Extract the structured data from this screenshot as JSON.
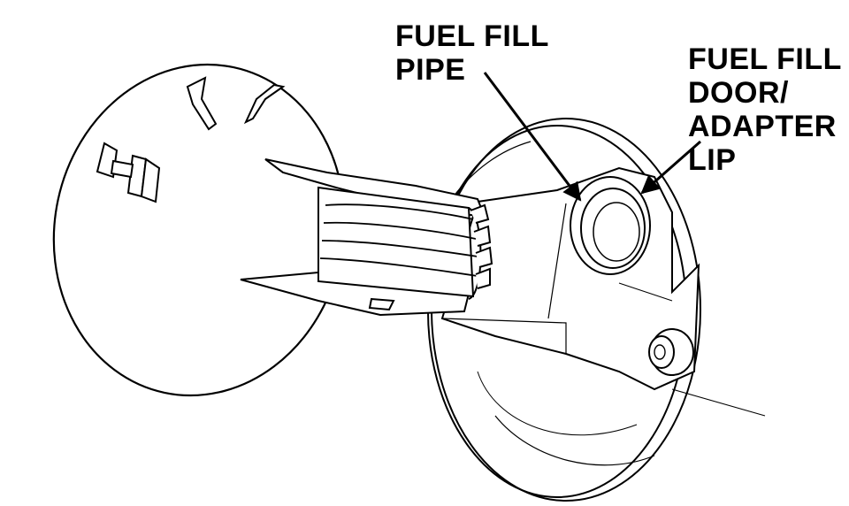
{
  "labels": {
    "fuel_fill_pipe": [
      "FUEL FILL",
      "PIPE"
    ],
    "fuel_fill_door": [
      "FUEL FILL",
      "DOOR/",
      "ADAPTER",
      "LIP"
    ]
  },
  "colors": {
    "ink": "#000000",
    "paper": "#ffffff",
    "shade": "#e6e6e6"
  }
}
